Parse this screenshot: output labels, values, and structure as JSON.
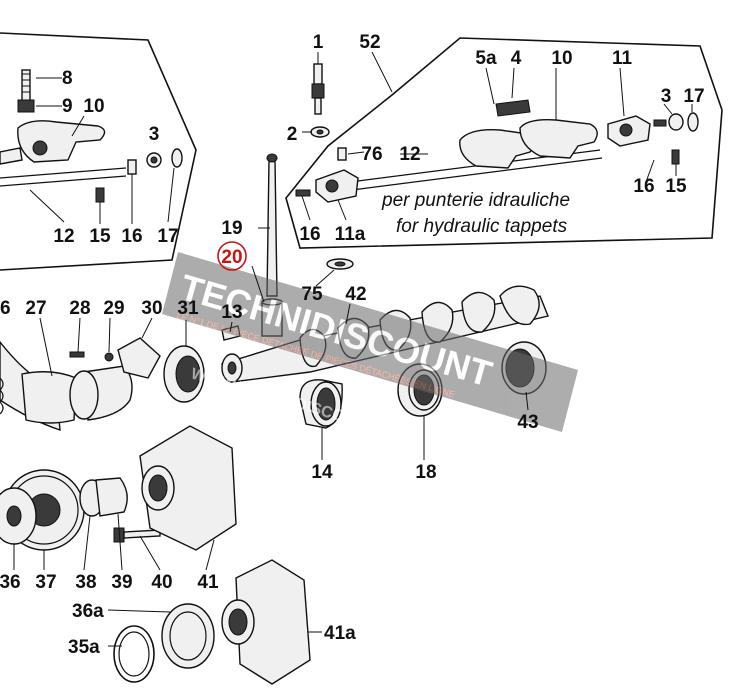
{
  "note": {
    "line1": "per punterie idrauliche",
    "line2": "for hydraulic tappets"
  },
  "highlight": {
    "label": "20",
    "color": "#d01010"
  },
  "watermark": {
    "brand": "TECHNIDISCOUNT",
    "tagline": "LE N°1 DE LA PIÈCE DÉTACHÉE DE PIÈCES DÉTACHÉES EN LIGNE",
    "url": "WWW.TECHNIDISCOUNT.COM"
  },
  "labels": {
    "l1": "1",
    "l52": "52",
    "l5a": "5a",
    "l4": "4",
    "l10r": "10",
    "l11": "11",
    "l3r": "3",
    "l17r": "17",
    "l76": "76",
    "l12r": "12",
    "l16r": "16",
    "l15r": "15",
    "l2": "2",
    "l11a": "11a",
    "l16m": "16",
    "l8": "8",
    "l9": "9",
    "l10l": "10",
    "l3l": "3",
    "l12l": "12",
    "l15l": "15",
    "l16l": "16",
    "l17l": "17",
    "l19": "19",
    "l75": "75",
    "l42": "42",
    "l13": "13",
    "l6": "6",
    "l27": "27",
    "l28": "28",
    "l29": "29",
    "l30": "30",
    "l31": "31",
    "l43": "43",
    "l14": "14",
    "l18": "18",
    "l36": "36",
    "l37": "37",
    "l38": "38",
    "l39": "39",
    "l40": "40",
    "l41": "41",
    "l36a": "36a",
    "l35a": "35a",
    "l41a": "41a"
  }
}
